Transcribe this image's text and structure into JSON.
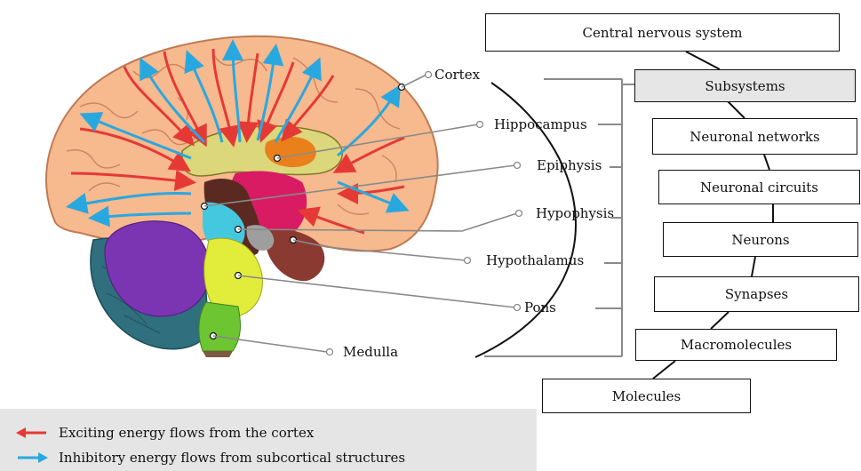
{
  "brain_labels": {
    "cortex": "Cortex",
    "hippocampus": "Hippocampus",
    "epiphysis": "Epiphysis",
    "hypophysis": "Hypophysis",
    "hypothalamus": "Hypothalamus",
    "pons": "Pons",
    "medulla": "Medulla"
  },
  "hierarchy": {
    "levels": [
      "Central nervous system",
      "Subsystems",
      "Neuronal networks",
      "Neuronal circuits",
      "Neurons",
      "Synapses",
      "Macromolecules",
      "Molecules"
    ]
  },
  "legend": {
    "exciting": "Exciting energy flows from the cortex",
    "inhibitory": "Inhibitory energy flows from subcortical structures"
  },
  "colors": {
    "exciting_arrow": "#e53935",
    "inhibitory_arrow": "#29a8e0",
    "cortex_fill": "#f7b98e",
    "subsystems_fill": "#e6e6e6",
    "cerebellum": "#7b35b3",
    "pons": "#e2ec3a",
    "medulla": "#6cc531"
  }
}
